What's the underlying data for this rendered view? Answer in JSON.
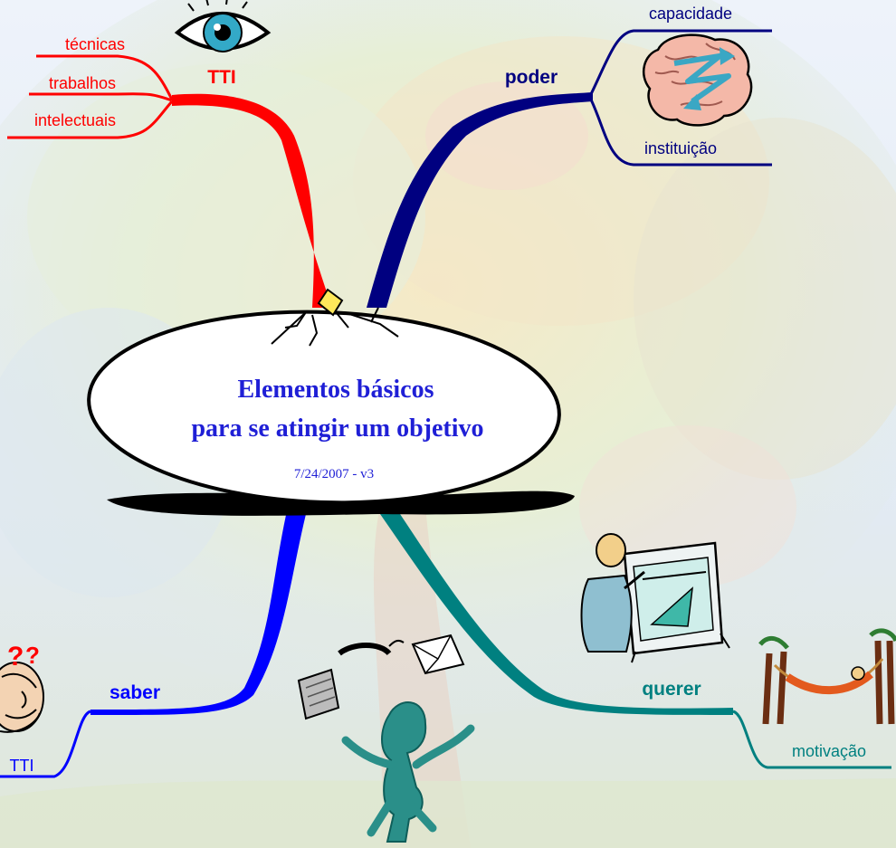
{
  "center": {
    "title_line1": "Elementos básicos",
    "title_line2": "para se atingir um objetivo",
    "date_version": "7/24/2007 - v3"
  },
  "branches": {
    "tti": {
      "label": "TTI",
      "color": "#ff0000",
      "children": [
        "técnicas",
        "trabalhos",
        "intelectuais"
      ]
    },
    "poder": {
      "label": "poder",
      "color": "#000080",
      "children": [
        "capacidade",
        "instituição"
      ]
    },
    "saber": {
      "label": "saber",
      "color": "#0000ff",
      "children": [
        "TTI"
      ]
    },
    "querer": {
      "label": "querer",
      "color": "#008080",
      "children": [
        "motivação"
      ]
    }
  },
  "icons": [
    "eye-icon",
    "brain-icon",
    "thinking-man-icon",
    "juggling-person-icon",
    "drafting-man-icon",
    "hammock-icon"
  ],
  "colors": {
    "title": "#1f1fd6",
    "date": "#1f1fd6",
    "ellipse_fill": "#ffffff",
    "shadow": "#000000"
  }
}
